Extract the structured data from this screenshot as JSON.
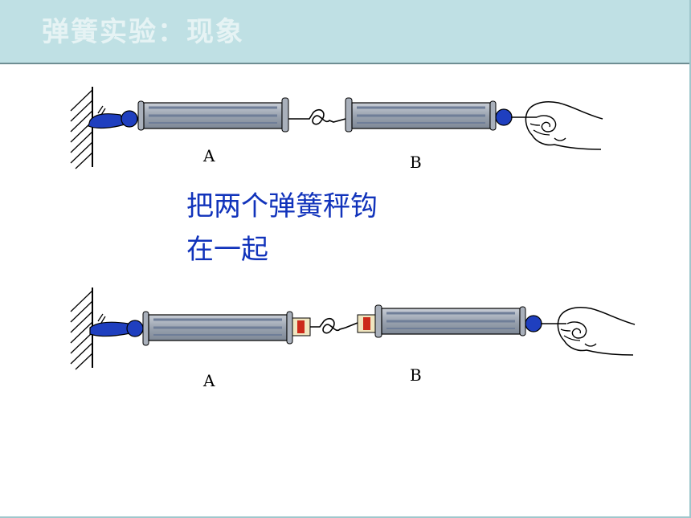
{
  "header": {
    "title": "弹簧实验：现象"
  },
  "caption": {
    "line1": "把两个弹簧秤钩",
    "line2": "在一起"
  },
  "diagram_top": {
    "label_a": "A",
    "label_b": "B"
  },
  "diagram_bottom": {
    "label_a": "A",
    "label_b": "B"
  },
  "colors": {
    "header_bg": "#bfe0e4",
    "title_text": "#e6f3f4",
    "caption_text": "#1133bb",
    "hand_blue": "#1f3fbf",
    "scale_body": "#9ea6b2",
    "scale_inner": "#7c8aa0",
    "marker_red": "#cc2a1a",
    "marker_tan": "#f0e6c0"
  }
}
